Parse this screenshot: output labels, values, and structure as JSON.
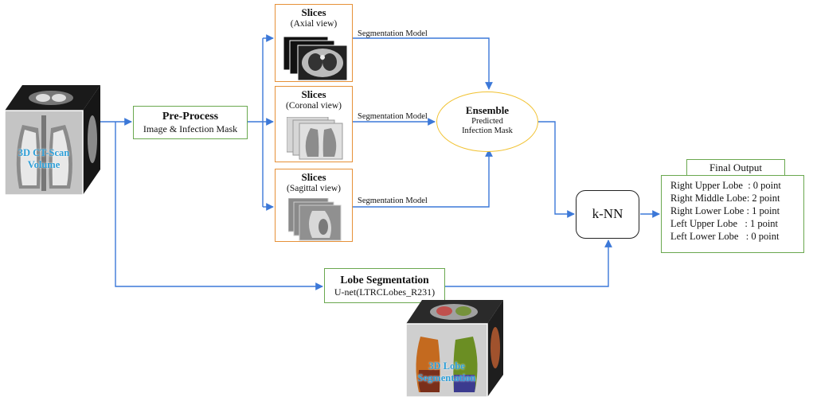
{
  "ct_volume": {
    "label_line1": "3D CT-Scan",
    "label_line2": "Volume"
  },
  "preprocess": {
    "title": "Pre-Process",
    "subtitle": "Image & Infection Mask"
  },
  "slices": [
    {
      "title": "Slices",
      "view": "(Axial view)"
    },
    {
      "title": "Slices",
      "view": "(Coronal view)"
    },
    {
      "title": "Slices",
      "view": "(Sagittal view)"
    }
  ],
  "edges": {
    "segmentation_model": "Segmentation Model"
  },
  "ensemble": {
    "title": "Ensemble",
    "line1": "Predicted",
    "line2": "Infection Mask"
  },
  "knn": {
    "label": "k-NN"
  },
  "final_output": {
    "header": "Final Output",
    "rows": [
      "Right Upper Lobe  : 0 point",
      "Right Middle Lobe: 2 point",
      "Right Lower Lobe : 1 point",
      "Left Upper Lobe   : 1 point",
      "Left Lower Lobe   : 0 point"
    ]
  },
  "lobe_seg": {
    "title": "Lobe Segmentation",
    "subtitle": "U-net(LTRCLobes_R231)"
  },
  "lobe_volume": {
    "label_line1": "3D Lobe",
    "label_line2": "Segmentation"
  },
  "colors": {
    "arrow": "#3c78d8",
    "green_border": "#6aa84f",
    "orange_border": "#e69138",
    "ensemble_border": "#f1c232",
    "cube_label": "#2e9fd8"
  }
}
